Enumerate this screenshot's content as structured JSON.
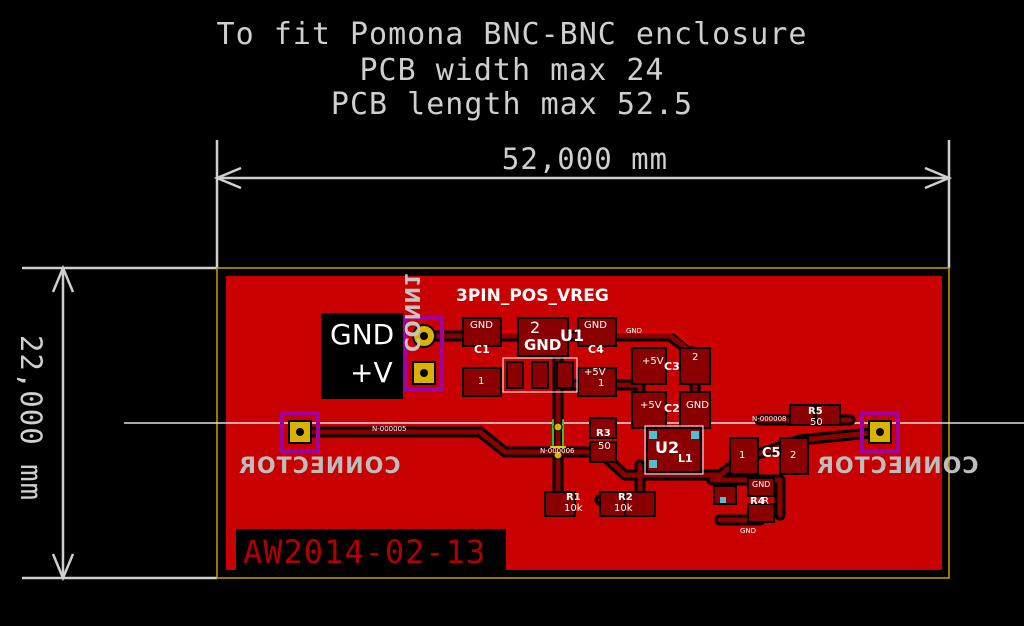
{
  "title": {
    "line1": "To fit Pomona BNC-BNC enclosure",
    "line2": "PCB width max 24",
    "line3": "PCB length max 52.5"
  },
  "dimensions": {
    "width_label": "52,000 mm",
    "height_label": "22,000 mm"
  },
  "board": {
    "name_label": "3PIN_POS_VREG",
    "date_label": "AW2014-02-13",
    "power_labels": {
      "gnd": "GND",
      "vplus": "+V"
    },
    "header_ref": "CONN1",
    "connector_left": "CONNECTOR",
    "connector_right": "CONNECTOR",
    "net_left": "N-000005",
    "net_mid": "N-000006",
    "net_right": "N-000008",
    "net_gnd": "GND",
    "components": {
      "u1": "U1",
      "u1_pin": "2",
      "u1_gnd": "GND",
      "u2": "U2",
      "c1": "C1",
      "c2": "C2",
      "c3": "C3",
      "c4": "C4",
      "c5": "C5",
      "r1": "R1",
      "r1_val": "10k",
      "r2": "R2",
      "r2_val": "10k",
      "r3": "R3",
      "r3_val": "50",
      "r4": "R4",
      "r4_val": "R",
      "r5": "R5",
      "r5_val": "50",
      "l1": "L1",
      "pad_gnd": "GND",
      "pad_5v": "+5V",
      "pad_1": "1",
      "pad_2": "2"
    }
  },
  "colors": {
    "background": "#000000",
    "copper": "#c80000",
    "track": "#8a0000",
    "silkscreen": "#ffffff",
    "dimension": "#cfcfcf",
    "edge": "#c8a000",
    "highlight": "#a000a0"
  }
}
